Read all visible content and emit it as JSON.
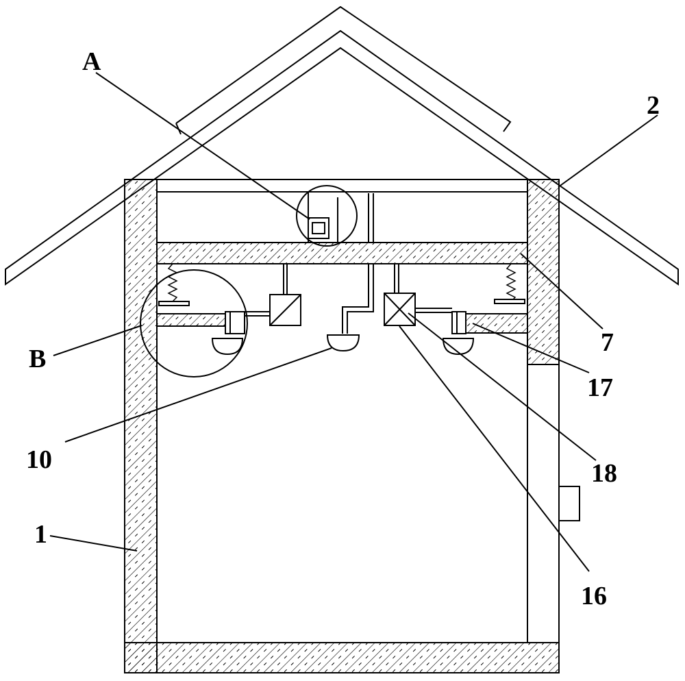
{
  "labels": {
    "A": "A",
    "B": "B",
    "one": "1",
    "two": "2",
    "seven": "7",
    "ten": "10",
    "sixteen": "16",
    "seventeen": "17",
    "eighteen": "18"
  }
}
